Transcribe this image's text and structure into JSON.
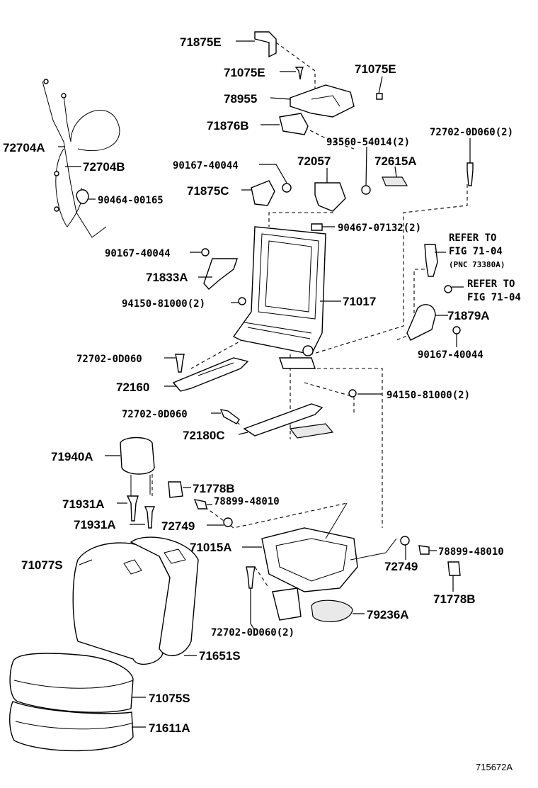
{
  "labels": {
    "p71875E": "71875E",
    "p71075E_a": "71075E",
    "p71075E_b": "71075E",
    "p78955": "78955",
    "p71876B": "71876B",
    "p93560": "93560-54014(2)",
    "p72702_top": "72702-0D060(2)",
    "p72704A": "72704A",
    "p72704B": "72704B",
    "p90167_a": "90167-40044",
    "p72057": "72057",
    "p72615A": "72615A",
    "p71875C": "71875C",
    "p90464": "90464-00165",
    "p90467": "90467-07132(2)",
    "p90167_b": "90167-40044",
    "p71833A": "71833A",
    "p94150_a": "94150-81000(2)",
    "p71017": "71017",
    "p71879A": "71879A",
    "p90167_c": "90167-40044",
    "p72702_mid": "72702-0D060",
    "p72160": "72160",
    "p94150_b": "94150-81000(2)",
    "p72702_low": "72702-0D060",
    "p72180C": "72180C",
    "p71940A": "71940A",
    "p71778B_a": "71778B",
    "p78899_a": "78899-48010",
    "p71931A_a": "71931A",
    "p71931A_b": "71931A",
    "p72749_a": "72749",
    "p71015A": "71015A",
    "p78899_b": "78899-48010",
    "p71077S": "71077S",
    "p72749_b": "72749",
    "p71778B_b": "71778B",
    "p79236A": "79236A",
    "p72702_bot": "72702-0D060(2)",
    "p71651S": "71651S",
    "p71075S": "71075S",
    "p71611A": "71611A"
  },
  "references": {
    "ref1_line1": "REFER TO",
    "ref1_line2": "FIG 71-04",
    "ref1_line3": "(PNC 73380A)",
    "ref2_line1": "REFER TO",
    "ref2_line2": "FIG 71-04"
  },
  "figure_id": "715672A"
}
